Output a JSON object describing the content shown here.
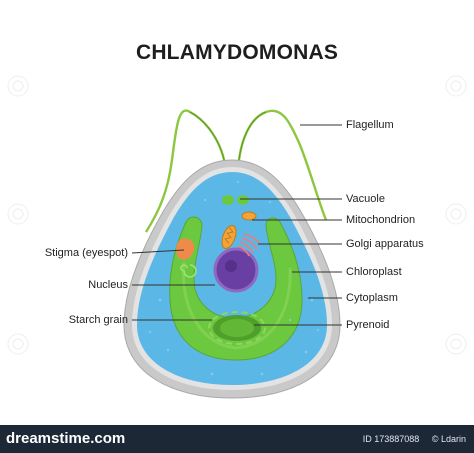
{
  "title": "CHLAMYDOMONAS",
  "labels": {
    "flagellum": "Flagellum",
    "vacuole": "Vacuole",
    "mitochondrion": "Mitochondrion",
    "golgi": "Golgi apparatus",
    "chloroplast": "Chloroplast",
    "cytoplasm": "Cytoplasm",
    "pyrenoid": "Pyrenoid",
    "stigma": "Stigma (eyespot)",
    "nucleus": "Nucleus",
    "starch": "Starch grain"
  },
  "footer": {
    "brand": "dreamstime.com",
    "id_text": "ID 173887088",
    "copyright": "© Ldarin"
  },
  "colors": {
    "cell_wall": "#c9c9c9",
    "cytoplasm": "#5bb8e6",
    "chloroplast": "#6cc83f",
    "nucleus": "#6a3fa3",
    "stigma": "#f08a4b",
    "flagella": "#8dc63f",
    "footer_bg": "#1d2836"
  }
}
